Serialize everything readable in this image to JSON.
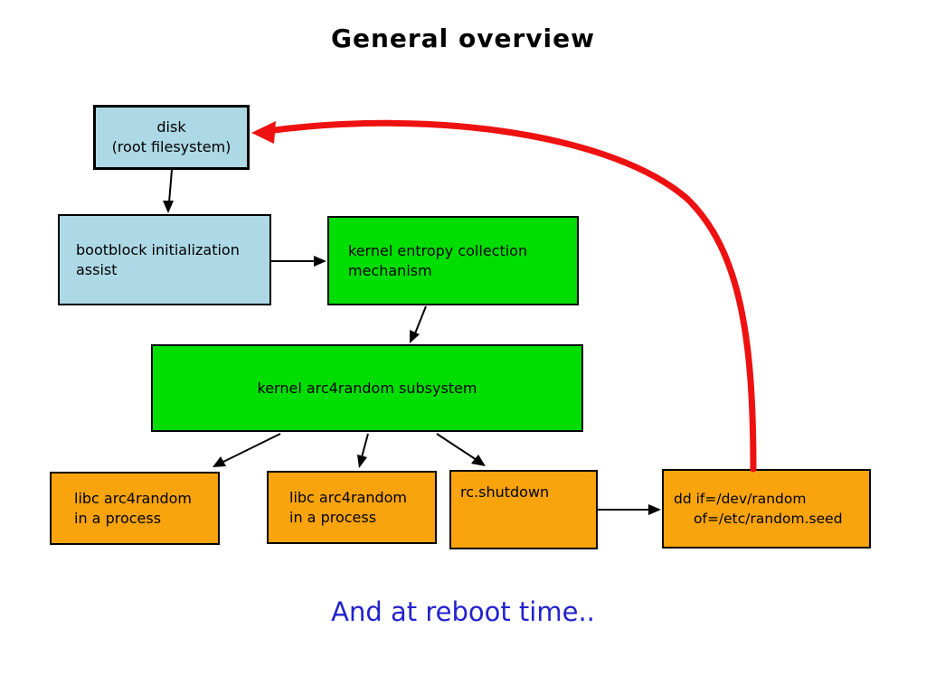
{
  "title": "General overview",
  "footer_note": "And at reboot time..",
  "colors": {
    "background": "#FFFFFF",
    "box_blue": "#ADD8E6",
    "box_green": "#00DD00",
    "box_orange": "#F9A40D",
    "arrow_red": "#EE1111",
    "note_blue": "#2222CE",
    "line_black": "#000000"
  },
  "nodes": [
    {
      "id": "disk",
      "lines": [
        "disk",
        "(root filesystem)"
      ]
    },
    {
      "id": "bootblock",
      "lines": [
        "bootblock initialization",
        "assist"
      ]
    },
    {
      "id": "entropy",
      "lines": [
        "kernel entropy collection",
        "mechanism"
      ]
    },
    {
      "id": "arc4random",
      "lines": [
        "kernel arc4random subsystem"
      ]
    },
    {
      "id": "libc1",
      "lines": [
        "libc arc4random",
        "in a process"
      ]
    },
    {
      "id": "libc2",
      "lines": [
        "libc arc4random",
        "in a process"
      ]
    },
    {
      "id": "rcshutdown",
      "lines": [
        "rc.shutdown"
      ]
    },
    {
      "id": "dd",
      "lines": [
        "dd if=/dev/random",
        "of=/etc/random.seed"
      ]
    }
  ],
  "edges": [
    {
      "from": "disk",
      "to": "bootblock",
      "style": "black"
    },
    {
      "from": "bootblock",
      "to": "entropy",
      "style": "black"
    },
    {
      "from": "entropy",
      "to": "arc4random",
      "style": "black"
    },
    {
      "from": "arc4random",
      "to": "libc1",
      "style": "black"
    },
    {
      "from": "arc4random",
      "to": "libc2",
      "style": "black"
    },
    {
      "from": "arc4random",
      "to": "rcshutdown",
      "style": "black"
    },
    {
      "from": "rcshutdown",
      "to": "dd",
      "style": "black"
    },
    {
      "from": "dd",
      "to": "disk",
      "style": "red-curve"
    }
  ]
}
